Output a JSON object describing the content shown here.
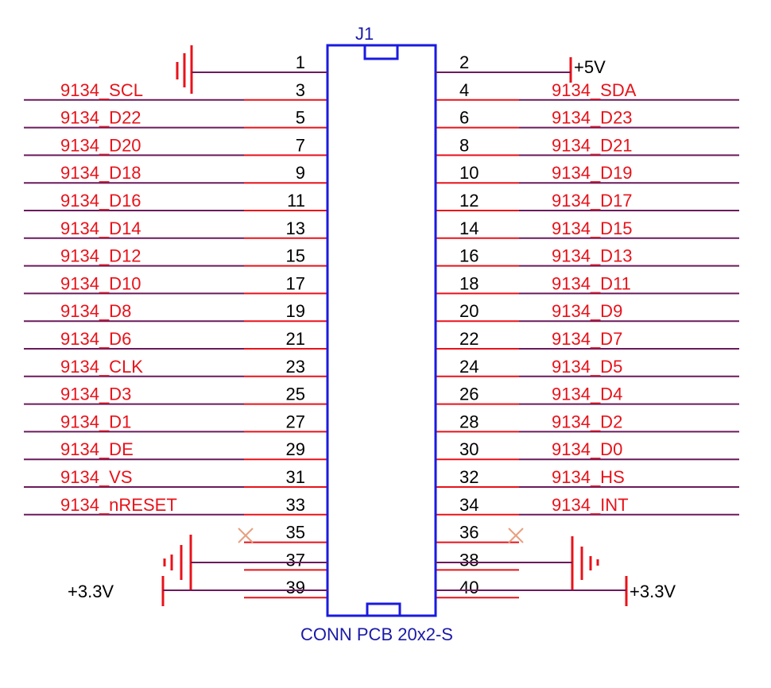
{
  "designator": "J1",
  "part_name": "CONN PCB 20x2-S",
  "power": {
    "left_top": "+5V",
    "left_bottom": "+3.3V",
    "right_bottom": "+3.3V"
  },
  "rows": [
    {
      "left_pin": "1",
      "left_net": "",
      "right_pin": "2",
      "right_net": ""
    },
    {
      "left_pin": "3",
      "left_net": "9134_SCL",
      "right_pin": "4",
      "right_net": "9134_SDA"
    },
    {
      "left_pin": "5",
      "left_net": "9134_D22",
      "right_pin": "6",
      "right_net": "9134_D23"
    },
    {
      "left_pin": "7",
      "left_net": "9134_D20",
      "right_pin": "8",
      "right_net": "9134_D21"
    },
    {
      "left_pin": "9",
      "left_net": "9134_D18",
      "right_pin": "10",
      "right_net": "9134_D19"
    },
    {
      "left_pin": "11",
      "left_net": "9134_D16",
      "right_pin": "12",
      "right_net": "9134_D17"
    },
    {
      "left_pin": "13",
      "left_net": "9134_D14",
      "right_pin": "14",
      "right_net": "9134_D15"
    },
    {
      "left_pin": "15",
      "left_net": "9134_D12",
      "right_pin": "16",
      "right_net": "9134_D13"
    },
    {
      "left_pin": "17",
      "left_net": "9134_D10",
      "right_pin": "18",
      "right_net": "9134_D11"
    },
    {
      "left_pin": "19",
      "left_net": "9134_D8",
      "right_pin": "20",
      "right_net": "9134_D9"
    },
    {
      "left_pin": "21",
      "left_net": "9134_D6",
      "right_pin": "22",
      "right_net": "9134_D7"
    },
    {
      "left_pin": "23",
      "left_net": "9134_CLK",
      "right_pin": "24",
      "right_net": "9134_D5"
    },
    {
      "left_pin": "25",
      "left_net": "9134_D3",
      "right_pin": "26",
      "right_net": "9134_D4"
    },
    {
      "left_pin": "27",
      "left_net": "9134_D1",
      "right_pin": "28",
      "right_net": "9134_D2"
    },
    {
      "left_pin": "29",
      "left_net": "9134_DE",
      "right_pin": "30",
      "right_net": "9134_D0"
    },
    {
      "left_pin": "31",
      "left_net": "9134_VS",
      "right_pin": "32",
      "right_net": "9134_HS"
    },
    {
      "left_pin": "33",
      "left_net": "9134_nRESET",
      "right_pin": "34",
      "right_net": "9134_INT"
    },
    {
      "left_pin": "35",
      "left_net": "",
      "right_pin": "36",
      "right_net": ""
    },
    {
      "left_pin": "37",
      "left_net": "",
      "right_pin": "38",
      "right_net": ""
    },
    {
      "left_pin": "39",
      "left_net": "",
      "right_pin": "40",
      "right_net": ""
    }
  ],
  "colors": {
    "pin": "#e8121a",
    "net_wire": "#6b1a5c",
    "body": "#1a1ae0",
    "net_label": "#e8121a",
    "designator": "#1a1aa8",
    "no_connect": "#e8a080"
  }
}
